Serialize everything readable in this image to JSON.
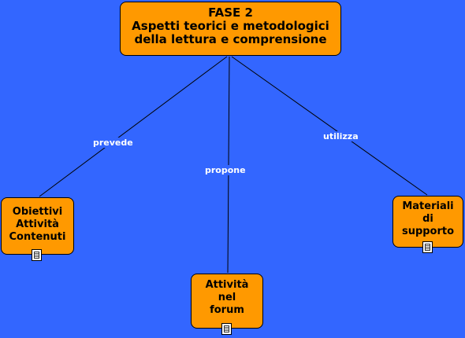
{
  "map": {
    "background_color": "#3366ff",
    "node_color": "#ff9900",
    "root": {
      "line1": "FASE 2",
      "line2": "Aspetti teorici e metodologici",
      "line3": "della lettura e comprensione"
    },
    "nodes": {
      "left": {
        "line1": "Obiettivi",
        "line2": "Attività",
        "line3": "Contenuti",
        "icon": "document-icon"
      },
      "bottom": {
        "line1": "Attività",
        "line2": "nel",
        "line3": "forum",
        "icon": "document-icon"
      },
      "right": {
        "line1": "Materiali",
        "line2": "di",
        "line3": "supporto",
        "icon": "document-icon"
      }
    },
    "links": {
      "left": "prevede",
      "bottom": "propone",
      "right": "utilizza"
    }
  }
}
